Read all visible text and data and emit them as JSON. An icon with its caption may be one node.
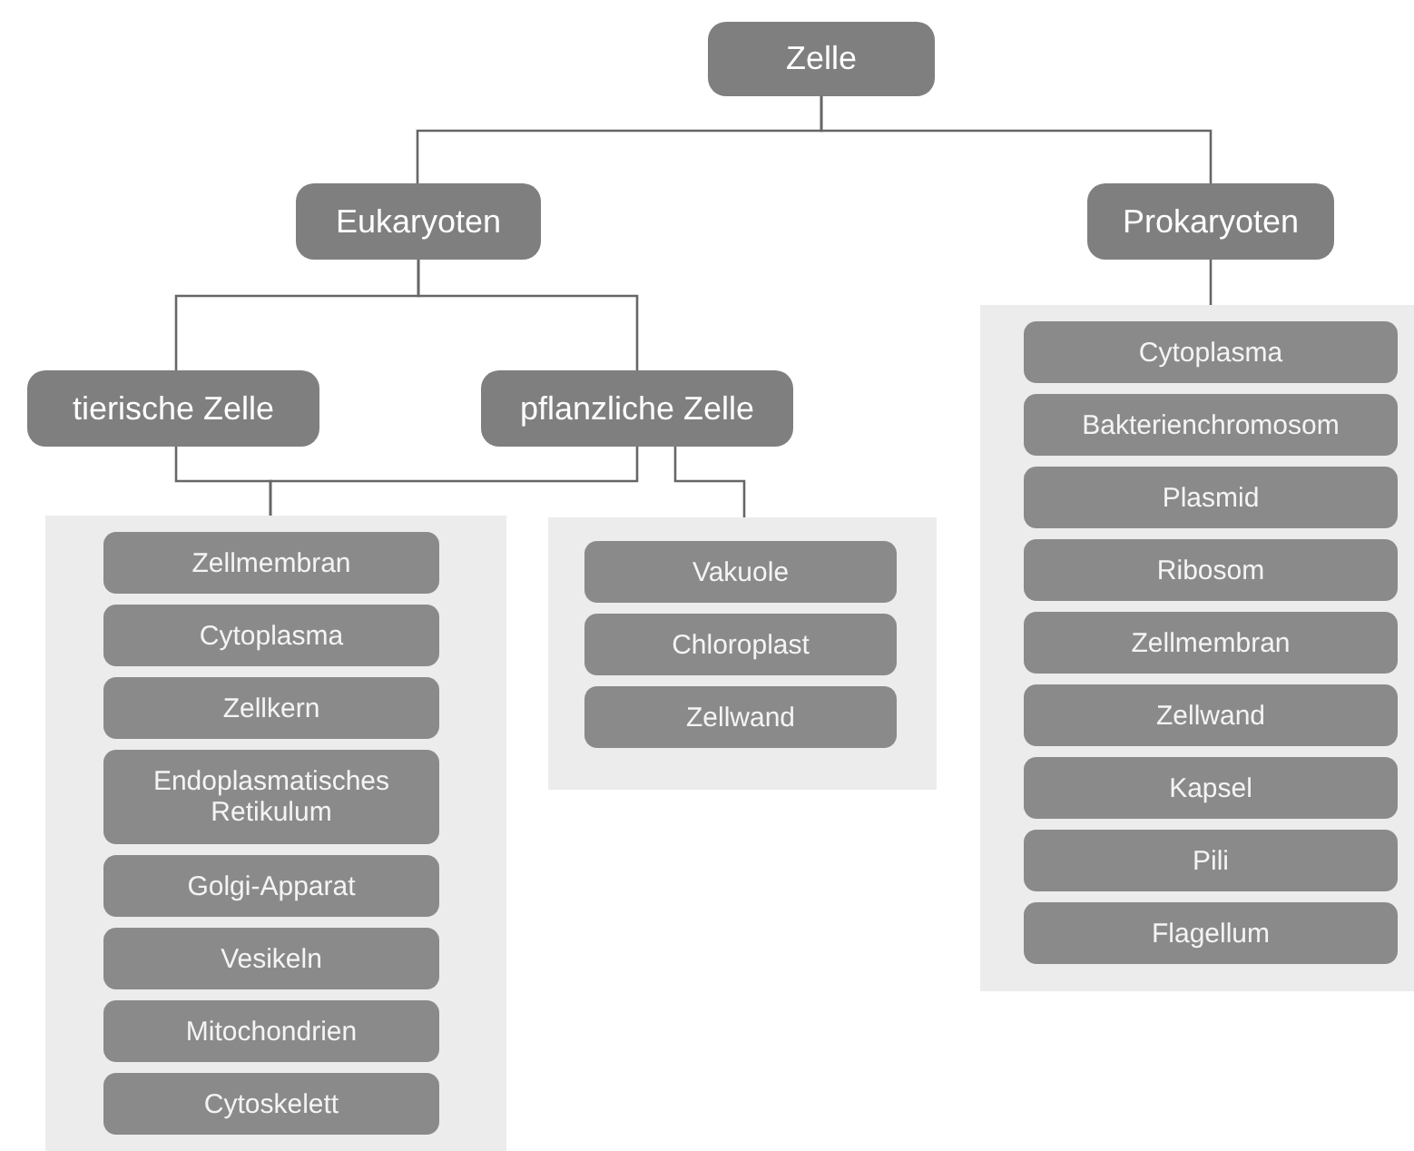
{
  "diagram": {
    "nodes": [
      {
        "text": [
          "Zelle"
        ]
      },
      {
        "text": [
          "Eukaryoten"
        ]
      },
      {
        "text": [
          "Prokaryoten"
        ]
      },
      {
        "text": [
          "tierische Zelle"
        ]
      },
      {
        "text": [
          "pflanzliche Zelle"
        ]
      },
      {
        "text": [],
        "shape": "box"
      },
      {
        "text": [
          "Zellmembran"
        ],
        "in": 5
      },
      {
        "text": [
          "Cytoplasma"
        ],
        "in": 5
      },
      {
        "text": [
          "Zellkern"
        ],
        "in": 5
      },
      {
        "text": [
          "Endoplasmatisches Retikulum"
        ],
        "in": 5
      },
      {
        "text": [
          "Golgi-Apparat"
        ],
        "in": 5
      },
      {
        "text": [
          "Vesikeln"
        ],
        "in": 5
      },
      {
        "text": [
          "Mitochondrien"
        ],
        "in": 5
      },
      {
        "text": [
          "Cytoskelett"
        ],
        "in": 5
      },
      {
        "text": [],
        "shape": "box"
      },
      {
        "text": [
          "Vakuole"
        ],
        "in": 14
      },
      {
        "text": [
          "Chloroplast"
        ],
        "in": 14
      },
      {
        "text": [
          "Zellwand"
        ],
        "in": 14
      },
      {
        "text": [],
        "shape": "box"
      },
      {
        "text": [
          "Cytoplasma"
        ],
        "in": 18
      },
      {
        "text": [
          "Bakterienchromosom"
        ],
        "in": 18
      },
      {
        "text": [
          "Plasmid"
        ],
        "in": 18
      },
      {
        "text": [
          "Ribosom"
        ],
        "in": 18
      },
      {
        "text": [
          "Zellmembran"
        ],
        "in": 18
      },
      {
        "text": [
          "Zellwand"
        ],
        "in": 18
      },
      {
        "text": [
          "Kapsel"
        ],
        "in": 18
      },
      {
        "text": [
          "Pili"
        ],
        "in": 18
      },
      {
        "text": [
          "Flagellum"
        ],
        "in": 18
      }
    ],
    "edges": [
      {
        "from": 0,
        "to": 1,
        "arrow": "none"
      },
      {
        "from": 0,
        "to": 2,
        "arrow": "none"
      },
      {
        "from": 1,
        "to": 3,
        "arrow": "none"
      },
      {
        "from": 1,
        "to": 4,
        "arrow": "none"
      },
      {
        "from": 3,
        "to": 5,
        "arrow": "none"
      },
      {
        "from": 4,
        "to": 5,
        "arrow": "none"
      },
      {
        "from": 4,
        "to": 14,
        "arrow": "none"
      },
      {
        "from": 2,
        "to": 18,
        "arrow": "none"
      }
    ]
  }
}
